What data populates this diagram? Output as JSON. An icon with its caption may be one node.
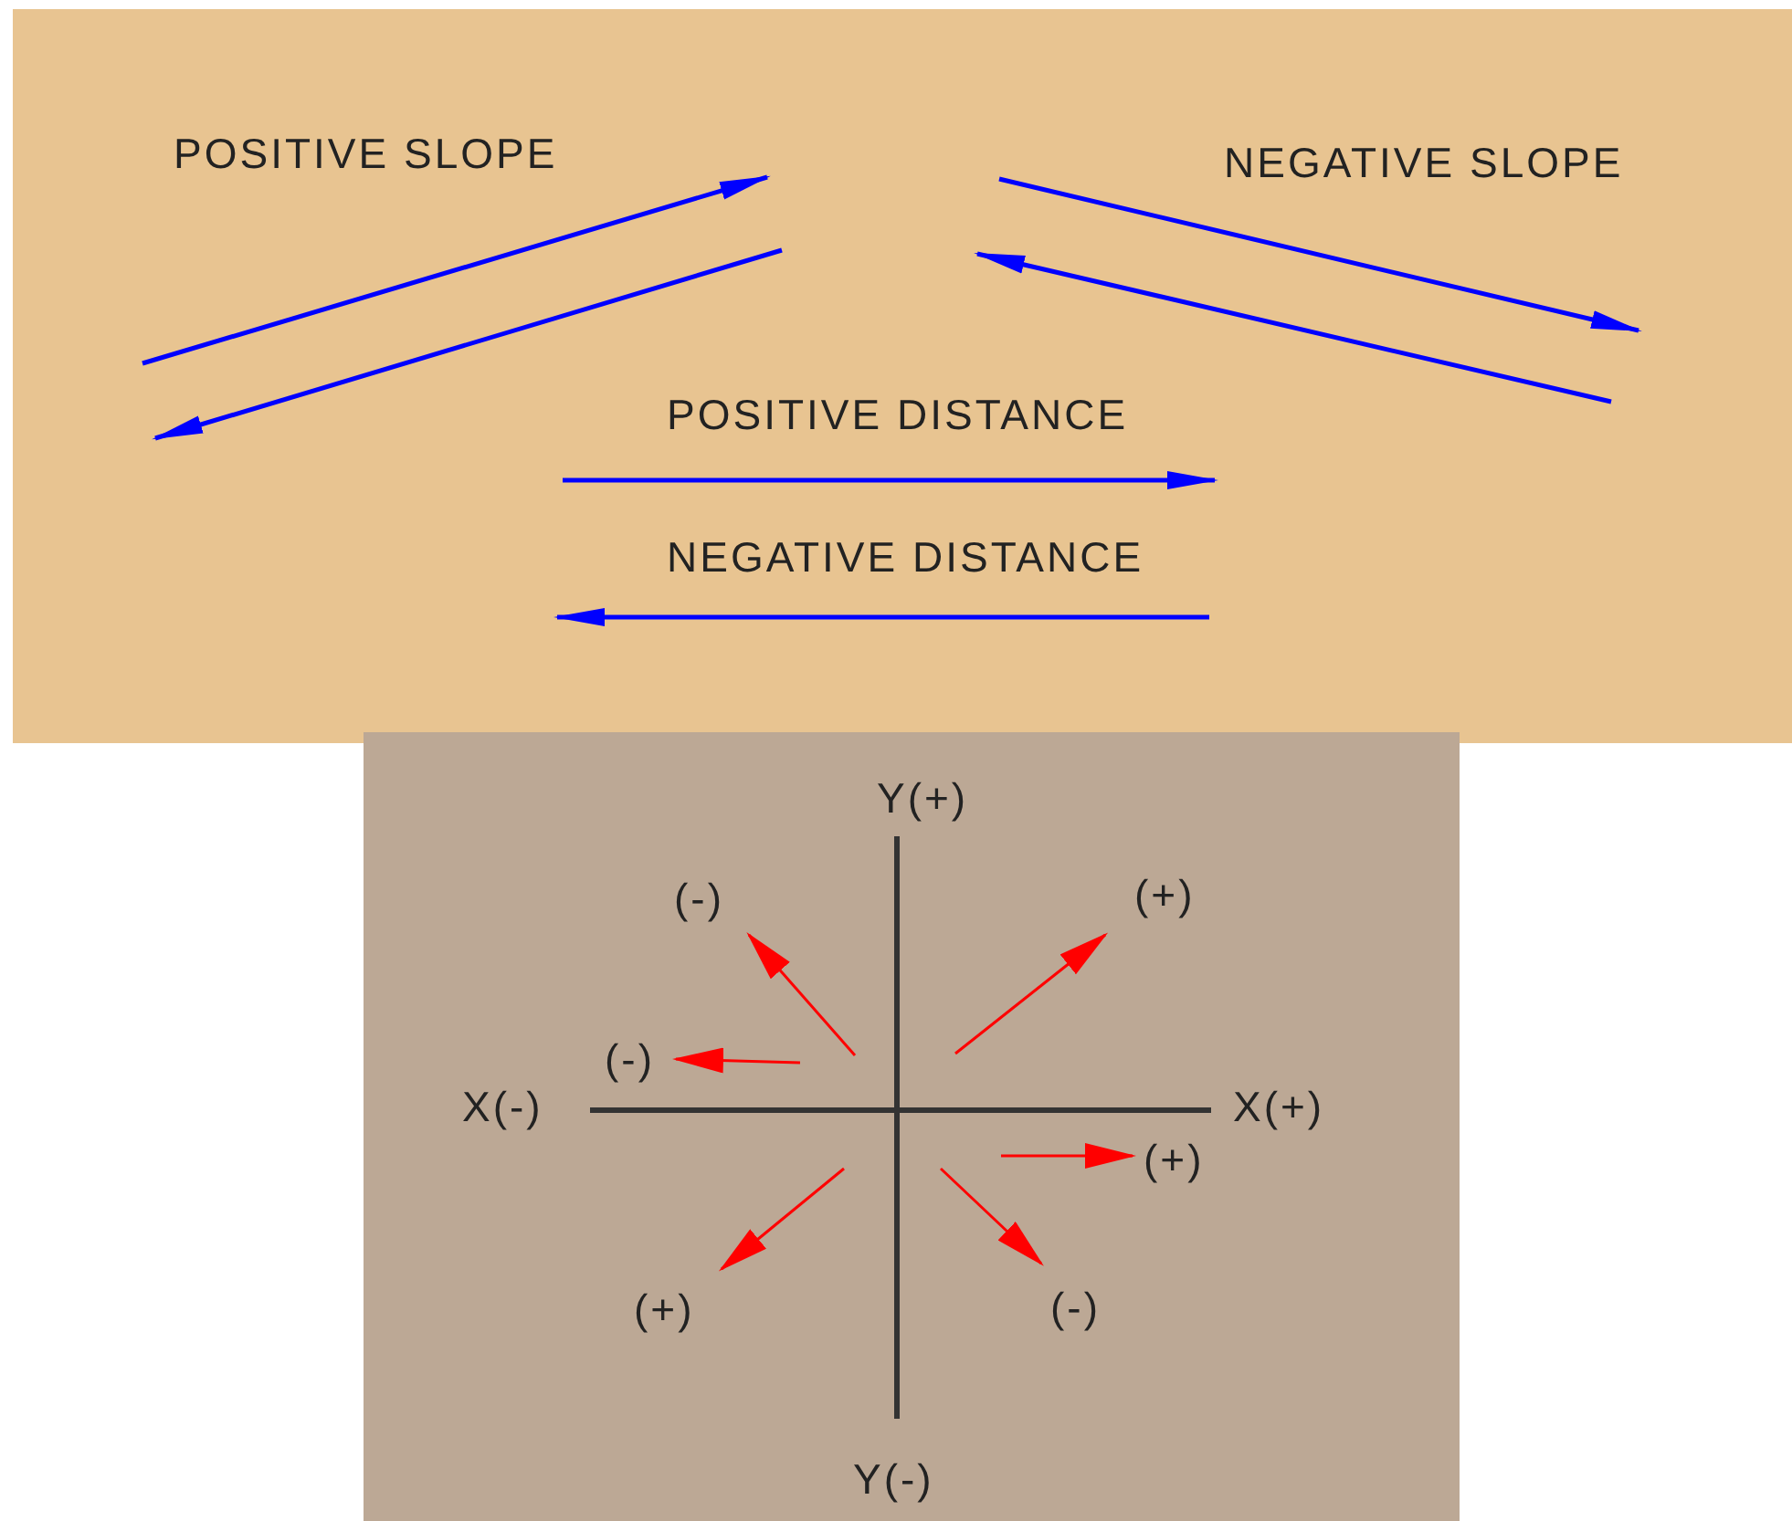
{
  "diagram": {
    "labels": [
      "POSITIVE SLOPE",
      "NEGATIVE SLOPE",
      "POSITIVE DISTANCE",
      "NEGATIVE DISTANCE",
      "Y(+)",
      "(-)",
      "(+)",
      "(-)",
      "X(-)",
      "X(+)",
      "(+)",
      "(+)",
      "(-)",
      "Y(-)"
    ]
  }
}
